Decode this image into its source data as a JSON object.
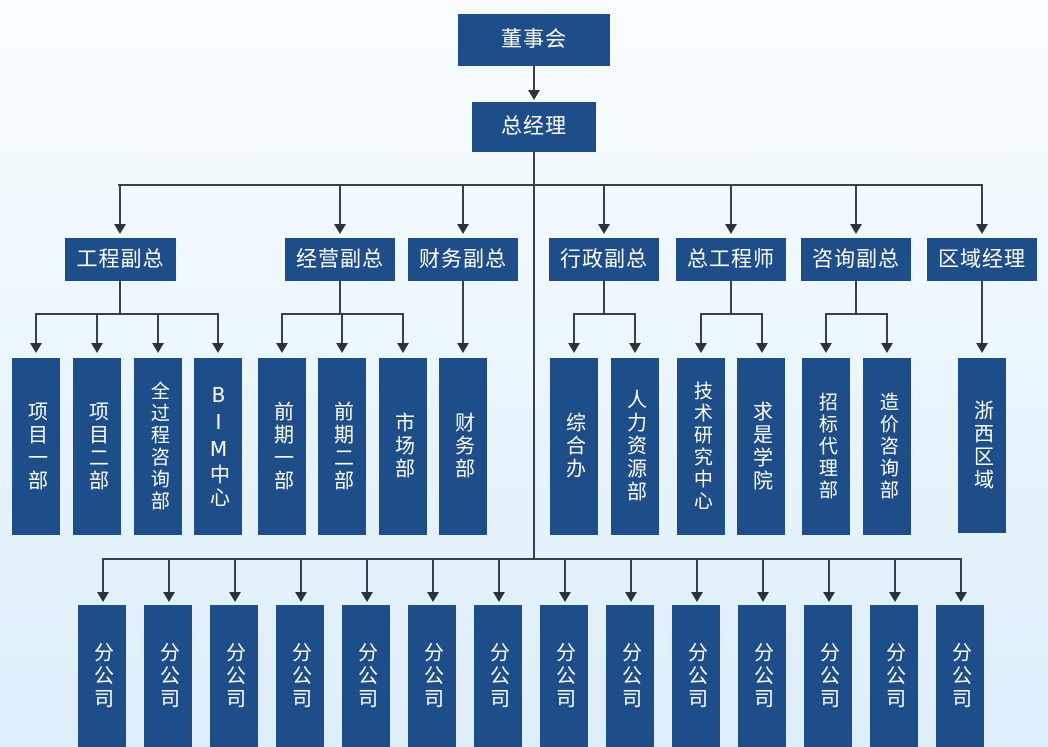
{
  "meta": {
    "title": "公司组织架构图",
    "box_color": "#1d4e89",
    "line_color": "#3b4045",
    "text_color": "#ffffff",
    "background_top": "#f8fcff",
    "background_bottom": "#ddeefb"
  },
  "level1": {
    "board": "董事会",
    "general_manager": "总经理"
  },
  "level2": {
    "items": [
      {
        "label": "工程副总"
      },
      {
        "label": "经营副总"
      },
      {
        "label": "财务副总"
      },
      {
        "label": "行政副总"
      },
      {
        "label": "总工程师"
      },
      {
        "label": "咨询副总"
      },
      {
        "label": "区域经理"
      }
    ]
  },
  "level3": {
    "engineering": [
      {
        "label": "项目一部"
      },
      {
        "label": "项目二部"
      },
      {
        "label": "全过程咨询部"
      },
      {
        "label": "BIM中心"
      }
    ],
    "operations": [
      {
        "label": "前期一部"
      },
      {
        "label": "前期二部"
      },
      {
        "label": "市场部"
      }
    ],
    "finance": [
      {
        "label": "财务部"
      }
    ],
    "administration": [
      {
        "label": "综合办"
      },
      {
        "label": "人力资源部"
      }
    ],
    "chief_engineer": [
      {
        "label": "技术研究中心"
      },
      {
        "label": "求是学院"
      }
    ],
    "consulting": [
      {
        "label": "招标代理部"
      },
      {
        "label": "造价咨询部"
      }
    ],
    "regional": [
      {
        "label": "浙西区域"
      }
    ]
  },
  "branches": {
    "label": "分公司",
    "count": 14,
    "items": [
      {
        "label": "分公司"
      },
      {
        "label": "分公司"
      },
      {
        "label": "分公司"
      },
      {
        "label": "分公司"
      },
      {
        "label": "分公司"
      },
      {
        "label": "分公司"
      },
      {
        "label": "分公司"
      },
      {
        "label": "分公司"
      },
      {
        "label": "分公司"
      },
      {
        "label": "分公司"
      },
      {
        "label": "分公司"
      },
      {
        "label": "分公司"
      },
      {
        "label": "分公司"
      },
      {
        "label": "分公司"
      }
    ]
  }
}
